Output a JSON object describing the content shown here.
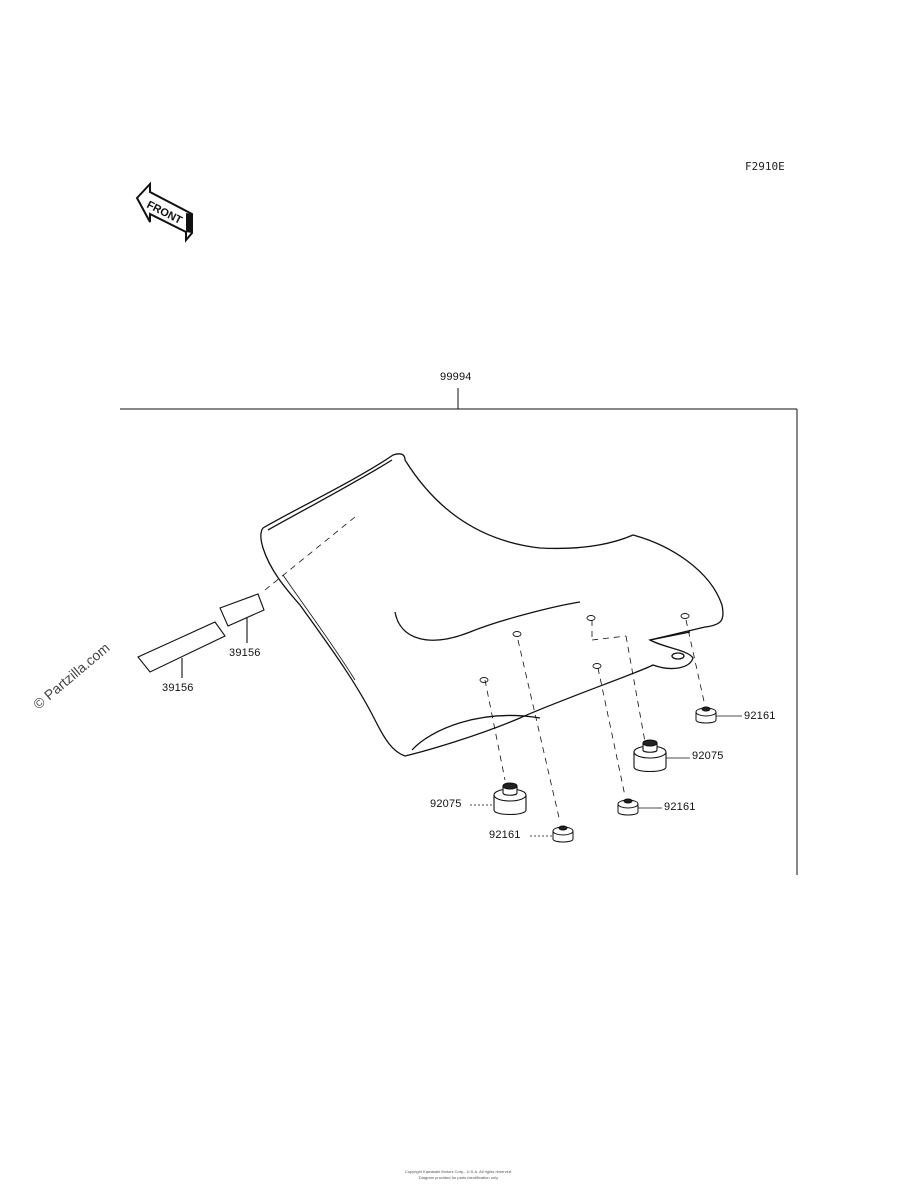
{
  "figure_code": "F2910E",
  "front_label": "FRONT",
  "watermark": "© Partzilla.com",
  "assembly_part": "99994",
  "callouts": [
    {
      "id": "strap-a",
      "label": "39156"
    },
    {
      "id": "strap-b",
      "label": "39156"
    },
    {
      "id": "nut-rear-right",
      "label": "92161"
    },
    {
      "id": "damper-right",
      "label": "92075"
    },
    {
      "id": "nut-mid",
      "label": "92161"
    },
    {
      "id": "damper-left",
      "label": "92075"
    },
    {
      "id": "nut-left",
      "label": "92161"
    }
  ],
  "footer": {
    "line1": "Copyright Kawasaki Motors Corp., U.S.A. All rights reserved.",
    "line2": "Diagram provided for parts identification only"
  }
}
